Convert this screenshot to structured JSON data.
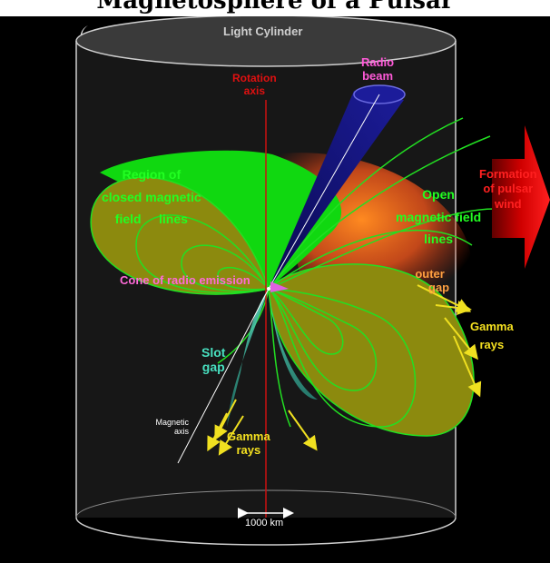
{
  "title_fragment": "Magnetosphere of a Pulsar",
  "labels": {
    "light_cylinder": "Light  Cylinder",
    "rotation_axis": [
      "Rotation",
      "axis"
    ],
    "radio_beam": [
      "Radio",
      "beam"
    ],
    "closed_region": [
      "Region  of",
      "closed  magnetic",
      "field     lines"
    ],
    "open_lines": [
      "Open",
      "magnetic field",
      "lines"
    ],
    "pulsar_wind": [
      "Formation",
      "of pulsar",
      "wind"
    ],
    "cone_of_emission": "Cone of radio emission",
    "outer_gap": [
      "outer",
      "gap"
    ],
    "gamma_right": [
      "Gamma",
      "rays"
    ],
    "slot_gap": [
      "Slot",
      "gap"
    ],
    "magnetic_axis": [
      "Magnetic",
      "axis"
    ],
    "gamma_bottom": [
      "Gamma",
      "rays"
    ],
    "scale": "1000 km"
  },
  "colors": {
    "background": "#000000",
    "closed_fill": "#8c8a0e",
    "field_lines": "#22e022",
    "open_region": "#10d810",
    "outer_gap_glow": "#ff7a10",
    "radio_beam": "#13137a",
    "slot_gap": "#48c8a8",
    "gamma_arrows": "#f0e020",
    "rotation_axis": "#cc1010",
    "wind_arrow": "#e00000"
  }
}
